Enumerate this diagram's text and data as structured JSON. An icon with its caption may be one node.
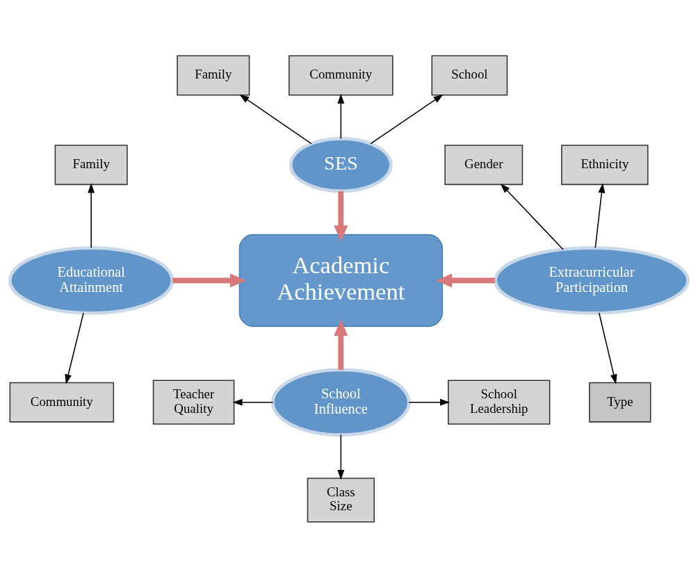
{
  "diagram": {
    "nodes": [
      {
        "text": [
          "Academic Achievement"
        ]
      },
      {
        "text": [
          "SES"
        ]
      },
      {
        "text": [
          "Family"
        ]
      },
      {
        "text": [
          "Community"
        ]
      },
      {
        "text": [
          "School"
        ]
      },
      {
        "text": [
          "Educational Attainment"
        ]
      },
      {
        "text": [
          "Family"
        ]
      },
      {
        "text": [
          "Community"
        ]
      },
      {
        "text": [
          "Extracurricular Participation"
        ]
      },
      {
        "text": [
          "Gender"
        ]
      },
      {
        "text": [
          "Ethnicity"
        ]
      },
      {
        "text": [
          "Type"
        ]
      },
      {
        "text": [
          "School Influence"
        ]
      },
      {
        "text": [
          "Teacher Quality"
        ]
      },
      {
        "text": [
          "Class Size"
        ]
      },
      {
        "text": [
          "School Leadership"
        ]
      }
    ],
    "edges": [
      {
        "from": 1,
        "to": 2,
        "arrow": "to"
      },
      {
        "from": 1,
        "to": 3,
        "arrow": "to"
      },
      {
        "from": 1,
        "to": 4,
        "arrow": "to"
      },
      {
        "from": 1,
        "to": 0,
        "arrow": "to",
        "style": "thick",
        "color": "#d9787a"
      },
      {
        "from": 5,
        "to": 6,
        "arrow": "to"
      },
      {
        "from": 5,
        "to": 7,
        "arrow": "to"
      },
      {
        "from": 5,
        "to": 0,
        "arrow": "to",
        "style": "thick",
        "color": "#d9787a"
      },
      {
        "from": 8,
        "to": 9,
        "arrow": "to"
      },
      {
        "from": 8,
        "to": 10,
        "arrow": "to"
      },
      {
        "from": 8,
        "to": 11,
        "arrow": "to"
      },
      {
        "from": 8,
        "to": 0,
        "arrow": "to",
        "style": "thick",
        "color": "#d9787a"
      },
      {
        "from": 12,
        "to": 0,
        "arrow": "to",
        "style": "thick",
        "color": "#d9787a"
      },
      {
        "from": 12,
        "to": 13,
        "arrow": "to"
      },
      {
        "from": 12,
        "to": 14,
        "arrow": "to"
      },
      {
        "from": 12,
        "to": 15,
        "arrow": "to"
      }
    ]
  }
}
